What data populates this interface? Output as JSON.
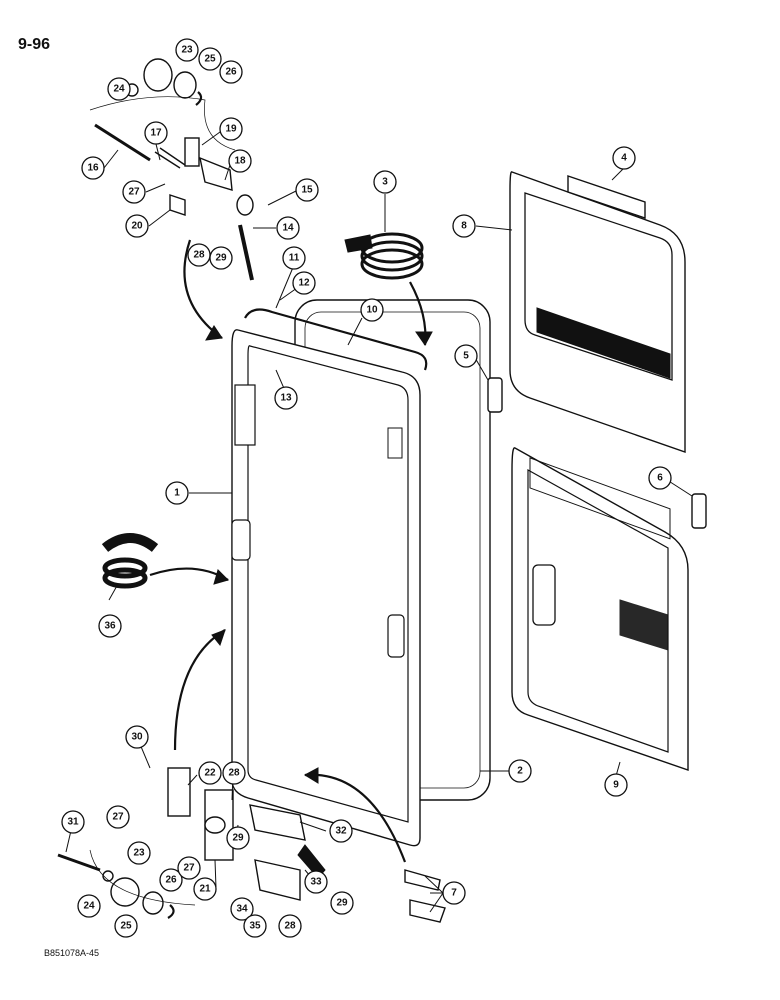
{
  "page_number": "9-96",
  "figure_code": "B851078A-45",
  "callouts": [
    "1",
    "2",
    "3",
    "4",
    "5",
    "6",
    "7",
    "8",
    "9",
    "10",
    "11",
    "12",
    "13",
    "14",
    "15",
    "16",
    "17",
    "18",
    "19",
    "20",
    "21",
    "22",
    "23",
    "24",
    "25",
    "26",
    "27",
    "28",
    "29",
    "30",
    "31",
    "32",
    "33",
    "34",
    "35",
    "36"
  ]
}
